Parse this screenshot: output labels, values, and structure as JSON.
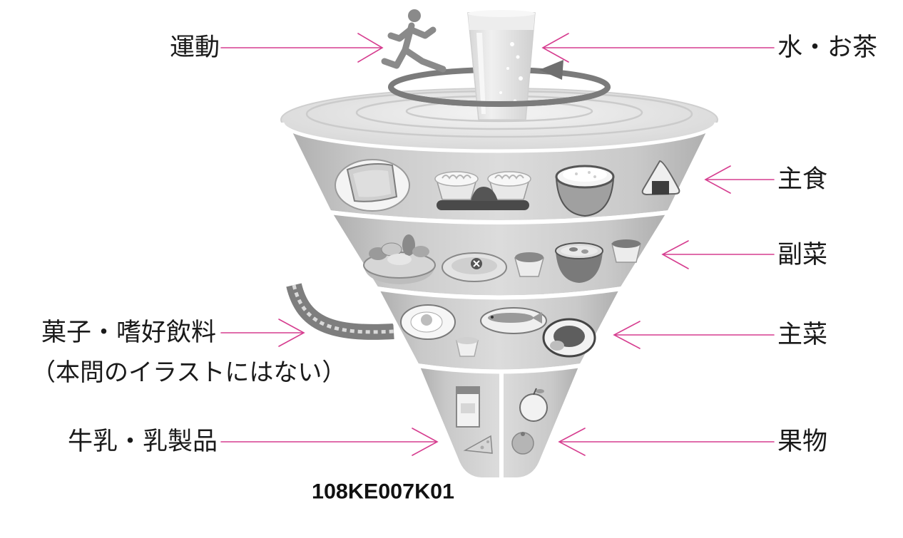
{
  "labels": {
    "exercise": "運動",
    "water_tea": "水・お茶",
    "staple_food": "主食",
    "side_dish": "副菜",
    "main_dish": "主菜",
    "snacks_beverages": "菓子・嗜好飲料",
    "snacks_note": "（本問のイラストにはない）",
    "dairy": "牛乳・乳製品",
    "fruit": "果物"
  },
  "code": "108KE007K01",
  "colors": {
    "arrow": "#d63d8f"
  }
}
